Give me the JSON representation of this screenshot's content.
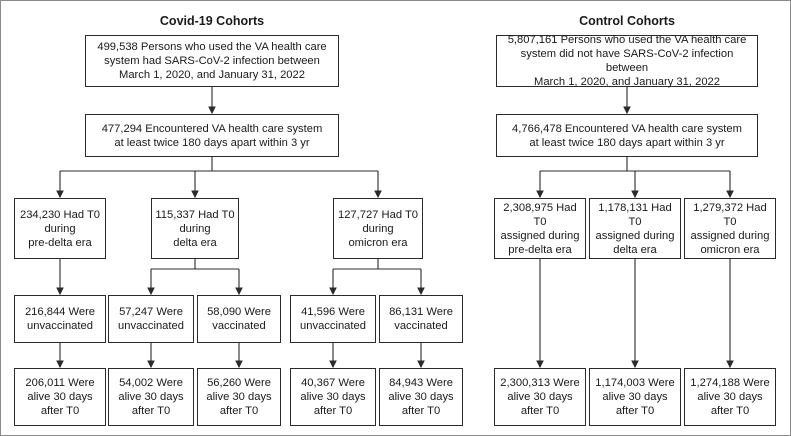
{
  "covid": {
    "heading": "Covid-19 Cohorts",
    "top": "499,538 Persons who used the VA health care\nsystem had SARS-CoV-2 infection between\nMarch 1, 2020, and January 31, 2022",
    "encounter": "477,294 Encountered VA health care system\nat least twice 180 days apart within 3 yr",
    "predelta": "234,230 Had T0\nduring\npre-delta era",
    "delta": "115,337 Had T0\nduring\ndelta era",
    "omicron": "127,727 Had T0\nduring\nomicron era",
    "predelta_unvax": "216,844 Were\nunvaccinated",
    "delta_unvax": "57,247 Were\nunvaccinated",
    "delta_vax": "58,090 Were\nvaccinated",
    "omicron_unvax": "41,596 Were\nunvaccinated",
    "omicron_vax": "86,131 Were\nvaccinated",
    "predelta_unvax_alive": "206,011 Were\nalive 30 days\nafter T0",
    "delta_unvax_alive": "54,002 Were\nalive 30 days\nafter T0",
    "delta_vax_alive": "56,260 Were\nalive 30 days\nafter T0",
    "omicron_unvax_alive": "40,367 Were\nalive 30 days\nafter T0",
    "omicron_vax_alive": "84,943 Were\nalive 30 days\nafter T0"
  },
  "control": {
    "heading": "Control Cohorts",
    "top": "5,807,161 Persons who used the VA health care\nsystem did not have SARS-CoV-2 infection between\nMarch 1, 2020, and January 31, 2022",
    "encounter": "4,766,478 Encountered VA health care system\nat least twice 180 days apart within 3 yr",
    "predelta": "2,308,975 Had T0\nassigned during\npre-delta era",
    "delta": "1,178,131 Had T0\nassigned during\ndelta era",
    "omicron": "1,279,372 Had T0\nassigned during\nomicron era",
    "predelta_alive": "2,300,313 Were\nalive 30 days\nafter T0",
    "delta_alive": "1,174,003 Were\nalive 30 days\nafter T0",
    "omicron_alive": "1,274,188 Were\nalive 30 days\nafter T0"
  },
  "colors": {
    "line": "#2b2b2b",
    "border": "#8a8a8a"
  }
}
